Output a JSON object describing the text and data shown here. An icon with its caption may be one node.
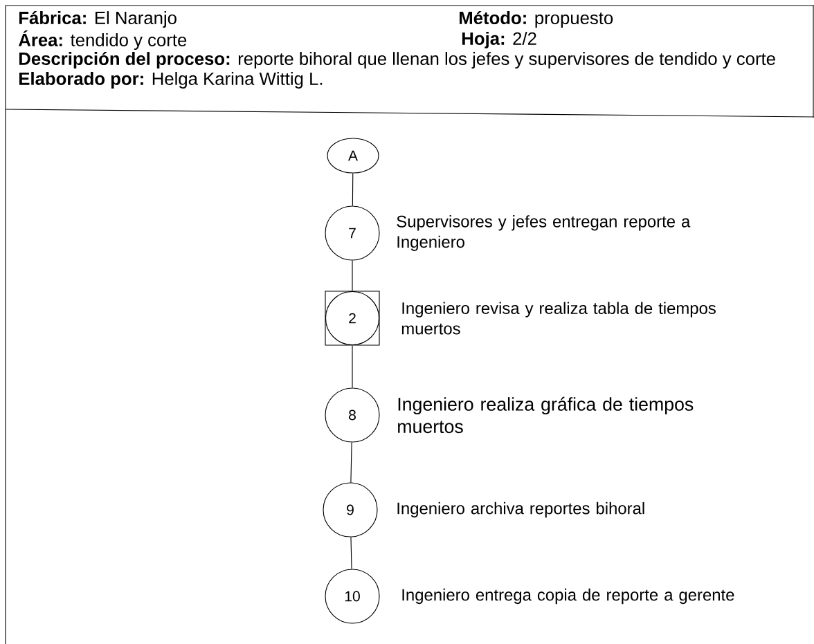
{
  "diagram": {
    "nodes": [
      {
        "text": [
          "A"
        ]
      },
      {
        "text": [
          "7"
        ],
        "beside": [
          "Supervisores y jefes entregan reporte a Ingeniero"
        ]
      },
      {
        "text": [
          "2"
        ],
        "beside": [
          "Ingeniero revisa y realiza tabla de tiempos muertos"
        ]
      },
      {
        "text": [
          "8"
        ],
        "beside": [
          "Ingeniero realiza gráfica de tiempos muertos"
        ]
      },
      {
        "text": [
          "9"
        ],
        "beside": [
          "Ingeniero archiva reportes bihoral"
        ]
      },
      {
        "text": [
          "10"
        ],
        "beside": [
          "Ingeniero entrega copia de reporte a gerente"
        ]
      }
    ],
    "edges": [
      {
        "from": 0,
        "to": 1,
        "arrow": "none"
      },
      {
        "from": 1,
        "to": 2,
        "arrow": "none"
      },
      {
        "from": 2,
        "to": 3,
        "arrow": "none"
      },
      {
        "from": 3,
        "to": 4,
        "arrow": "none"
      },
      {
        "from": 4,
        "to": 5,
        "arrow": "none"
      }
    ],
    "labels": [
      "**Fábrica:** El Naranjo",
      "**Método:** propuesto",
      "**Área:** tendido y corte",
      "**Hoja:** 2/2",
      "**Descripción del proceso:** reporte bihoral que llenan los jefes y supervisores de tendido y corte",
      "**Elaborado por:** Helga Karina Wittig L."
    ]
  }
}
